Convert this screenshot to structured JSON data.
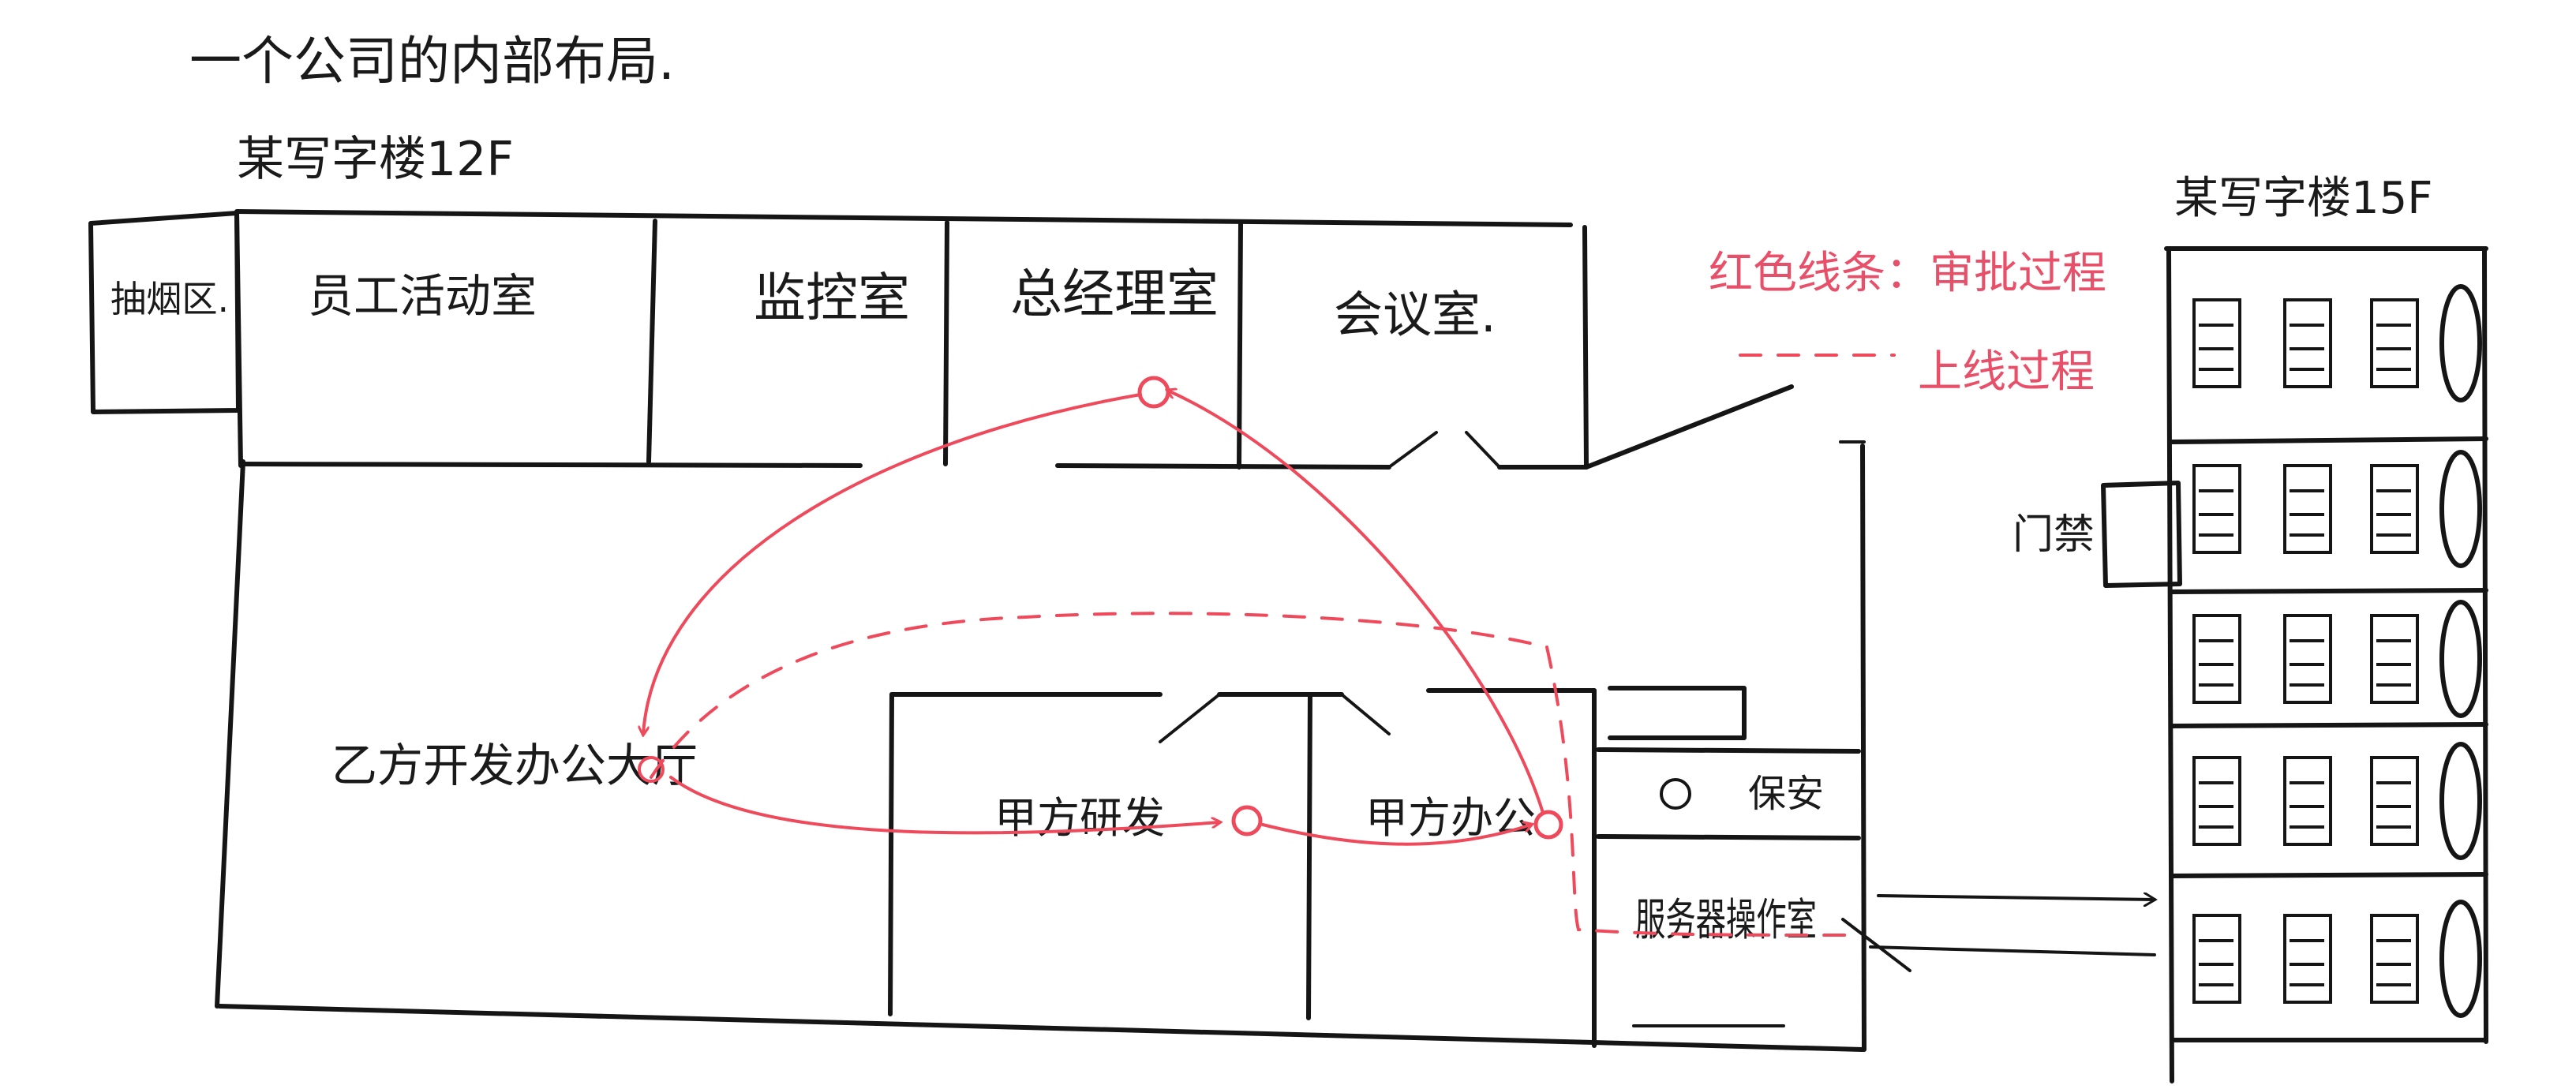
{
  "title": "一个公司的内部布局.",
  "building_12f": {
    "label": "某写字楼12F",
    "rooms": {
      "smoking": "抽烟区.",
      "staff_lounge": "员工活动室",
      "monitor": "监控室",
      "gm_office": "总经理室",
      "meeting": "会议室.",
      "vendor_hall": "乙方开发办公大厅",
      "client_rd": "甲方研发",
      "client_office": "甲方办公",
      "security": "保安",
      "server_room": "服务器操作室"
    }
  },
  "building_15f": {
    "label": "某写字楼15F",
    "access": "门禁"
  },
  "legend": {
    "solid": "红色线条：审批过程",
    "dashed": "上线过程"
  },
  "colors": {
    "ink": "#151515",
    "red_text": "#e8506a",
    "red_line": "#ee4a5c"
  }
}
